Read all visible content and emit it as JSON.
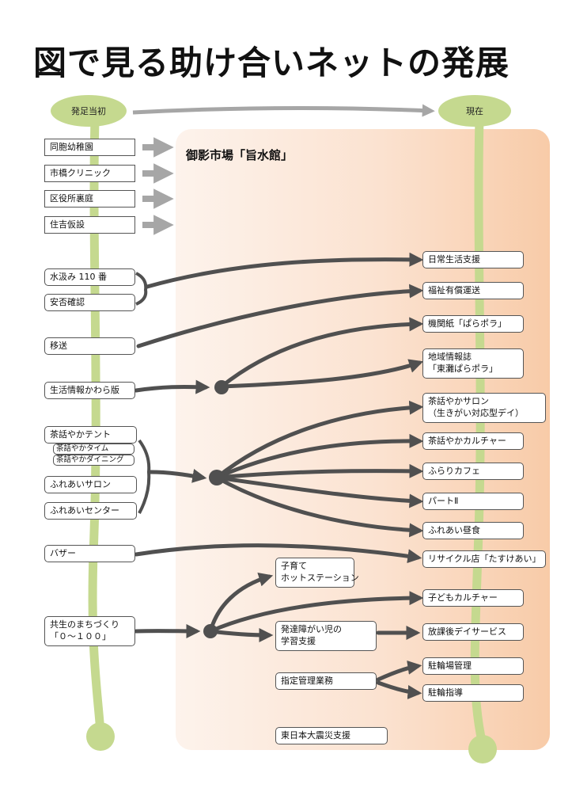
{
  "title": "図で見る助け合いネットの発展",
  "timeline": {
    "start_label": "発足当初",
    "end_label": "現在"
  },
  "panel_title": "御影市場「旨水館」",
  "left_items": {
    "dokyo": "同胞幼稚園",
    "ichibashi": "市橋クリニック",
    "kuyakusho": "区役所裏庭",
    "sumiyoshi": "住吉仮設",
    "mizukumi": "水汲み 110 番",
    "anpi": "安否確認",
    "isou": "移送",
    "seikatsu": "生活情報かわら版",
    "tent": "茶話やかテント",
    "time": "茶話やかタイム",
    "dining": "茶話やかダイニング",
    "salon": "ふれあいサロン",
    "center": "ふれあいセンター",
    "bazaar": "バザー",
    "kyosei": "共生のまちづくり\n「０～１００」"
  },
  "middle_items": {
    "kosodate": "子育て\nホットステーション",
    "hattatsu": "発達障がい児の\n学習支援",
    "shitei": "指定管理業務",
    "higashi": "東日本大震災支援"
  },
  "right_items": {
    "nichijo": "日常生活支援",
    "fukushi": "福祉有償運送",
    "kikanshi": "機関紙「ぱらポラ」",
    "chiiki": "地域情報誌\n「東灘ぱらポラ」",
    "sawayaka_salon": "茶話やかサロン\n（生きがい対応型デイ）",
    "culture": "茶話やかカルチャー",
    "furari": "ふらりカフェ",
    "part2": "パートⅡ",
    "lunch": "ふれあい昼食",
    "recycle": "リサイクル店「たすけあい」",
    "kodomo": "子どもカルチャー",
    "hokago": "放課後デイサービス",
    "churin_kanri": "駐輪場管理",
    "churin_shido": "駐輪指導"
  },
  "colors": {
    "timeline_green": "#c5d98f",
    "arrow_dark": "#505050",
    "arrow_grey": "#a6a6a6",
    "panel_light": "#fdf3ec",
    "panel_dark": "#f8cba8"
  }
}
